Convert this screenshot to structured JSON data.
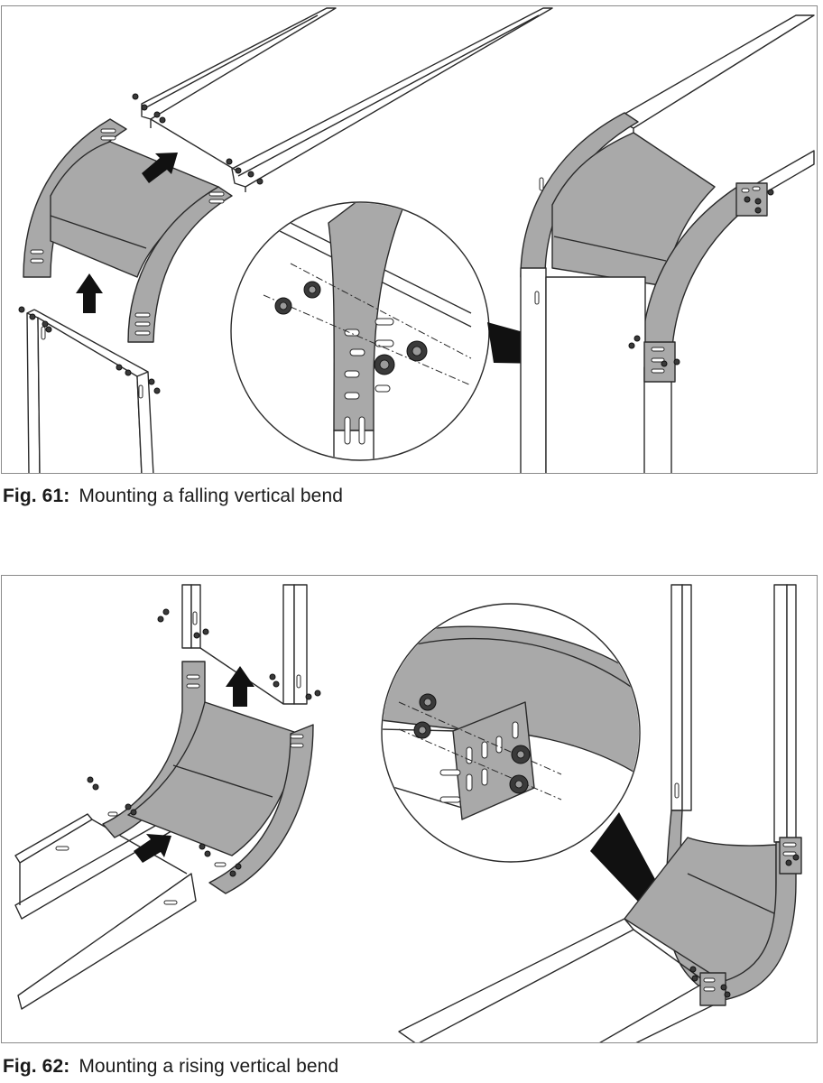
{
  "figures": [
    {
      "number": "Fig. 61:",
      "text": "Mounting a falling vertical bend"
    },
    {
      "number": "Fig. 62:",
      "text": "Mounting a rising vertical bend"
    }
  ],
  "icons": {
    "direction": "arrow-icon",
    "fastener": "bolt-icon"
  }
}
